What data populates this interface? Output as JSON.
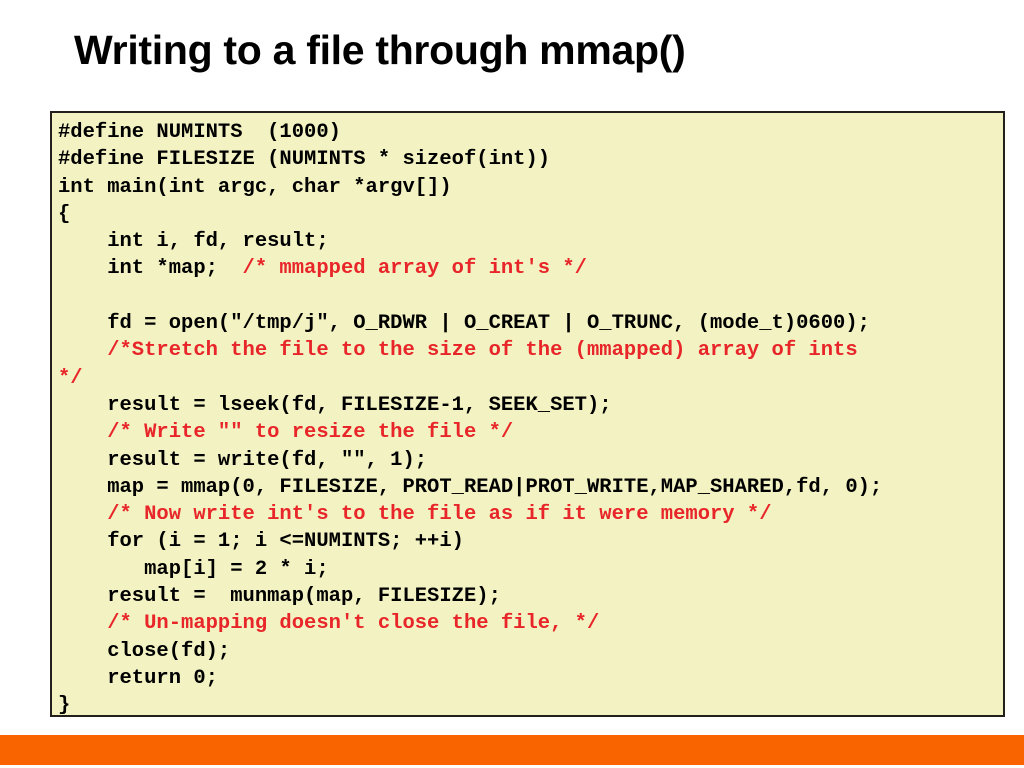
{
  "slide": {
    "title": "Writing to a file through mmap()",
    "accent_color": "#FA6400",
    "code_background": "#F2F2C2",
    "code_border_color": "#231f1a",
    "code_text_color": "#000000",
    "comment_text_color": "#E8262A",
    "title_color": "#000000"
  },
  "code": {
    "language": "c",
    "lines": [
      {
        "id": "line-1",
        "text": "#define NUMINTS  (1000)",
        "kind": "code"
      },
      {
        "id": "line-2",
        "text": "#define FILESIZE (NUMINTS * sizeof(int))",
        "kind": "code"
      },
      {
        "id": "line-3",
        "text": "int main(int argc, char *argv[])",
        "kind": "code"
      },
      {
        "id": "line-4",
        "text": "{",
        "kind": "code"
      },
      {
        "id": "line-5",
        "text": "    int i, fd, result;",
        "kind": "code"
      },
      {
        "id": "line-6",
        "text": "    int *map;  ",
        "kind": "code",
        "comment": "/* mmapped array of int's */"
      },
      {
        "id": "line-7",
        "text": "",
        "kind": "blank"
      },
      {
        "id": "line-8",
        "text": "    fd = open(\"/tmp/j\", O_RDWR | O_CREAT | O_TRUNC, (mode_t)0600);",
        "kind": "code"
      },
      {
        "id": "line-9",
        "text": "",
        "kind": "comment",
        "comment": "    /*Stretch the file to the size of the (mmapped) array of ints"
      },
      {
        "id": "line-10",
        "text": "",
        "kind": "comment",
        "comment": "*/"
      },
      {
        "id": "line-11",
        "text": "    result = lseek(fd, FILESIZE-1, SEEK_SET);",
        "kind": "code"
      },
      {
        "id": "line-12",
        "text": "",
        "kind": "comment",
        "comment": "    /* Write \"\" to resize the file */"
      },
      {
        "id": "line-13",
        "text": "    result = write(fd, \"\", 1);",
        "kind": "code"
      },
      {
        "id": "line-14",
        "text": "    map = mmap(0, FILESIZE, PROT_READ|PROT_WRITE,MAP_SHARED,fd, 0);",
        "kind": "code"
      },
      {
        "id": "line-15",
        "text": "",
        "kind": "comment",
        "comment": "    /* Now write int's to the file as if it were memory */"
      },
      {
        "id": "line-16",
        "text": "    for (i = 1; i <=NUMINTS; ++i)",
        "kind": "code"
      },
      {
        "id": "line-17",
        "text": "       map[i] = 2 * i;",
        "kind": "code"
      },
      {
        "id": "line-18",
        "text": "    result =  munmap(map, FILESIZE);",
        "kind": "code"
      },
      {
        "id": "line-19",
        "text": "",
        "kind": "comment",
        "comment": "    /* Un-mapping doesn't close the file, */"
      },
      {
        "id": "line-20",
        "text": "    close(fd);",
        "kind": "code"
      },
      {
        "id": "line-21",
        "text": "    return 0;",
        "kind": "code"
      },
      {
        "id": "line-22",
        "text": "}",
        "kind": "code"
      }
    ]
  }
}
